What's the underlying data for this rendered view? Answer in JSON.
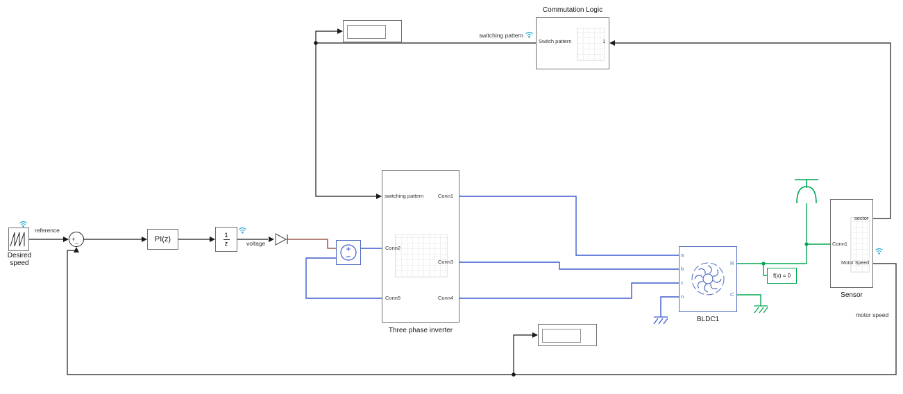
{
  "colors": {
    "signal_wire": "#1a1a1a",
    "electrical_wire": "#3d5acd",
    "mechanical_wire": "#00a84f",
    "physical_signal_wire": "#8b3a2e",
    "streaming_badge": "#2fa8cc",
    "simscape_block": "#4d6bbf"
  },
  "labels": {
    "reference": "reference",
    "voltage": "voltage",
    "switching_pattern": "switching pattern",
    "motor_speed": "motor speed"
  },
  "desired_speed": {
    "name": "Desired speed"
  },
  "sum": {
    "plus": "+",
    "minus": "−"
  },
  "pi_controller": {
    "name": "PI(z)"
  },
  "unit_delay": {
    "numerator": "1",
    "denominator": "z"
  },
  "inverter": {
    "name": "Three phase inverter",
    "ports": {
      "switching": "switching pattern",
      "conn1": "Conn1",
      "conn2": "Conn2",
      "conn3": "Conn3",
      "conn4": "Conn4",
      "conn5": "Conn5"
    }
  },
  "commutation": {
    "title": "Commutation Logic",
    "ports": {
      "switch_pattern": "Switch pattern",
      "input1": "1"
    }
  },
  "bldc": {
    "name": "BLDC1",
    "ports": {
      "a": "a",
      "b": "b",
      "c": "c",
      "n": "n",
      "r": "R",
      "c_shaft": "C"
    }
  },
  "sensor": {
    "name": "Sensor",
    "ports": {
      "sector": "sector",
      "conn1": "Conn1",
      "motor_speed": "Motor Speed"
    }
  },
  "solver": {
    "label": "f(x) = 0"
  },
  "displays": {
    "top_value": "",
    "bottom_value": ""
  }
}
